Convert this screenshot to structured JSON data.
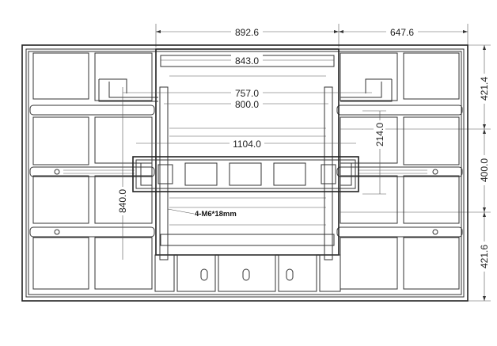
{
  "diagram": {
    "dimensions": {
      "top_left_width": "892.6",
      "top_right_width": "647.6",
      "mount_width_outer": "843.0",
      "mount_width_mid": "757.0",
      "mount_width_inner": "800.0",
      "bracket_width": "1104.0",
      "bracket_height": "214.0",
      "vertical_span": "840.0",
      "right_top": "421.4",
      "right_mid": "400.0",
      "right_bottom": "421.6"
    },
    "note": "4-M6*18mm",
    "colors": {
      "line": "#333333",
      "background": "#ffffff"
    }
  }
}
